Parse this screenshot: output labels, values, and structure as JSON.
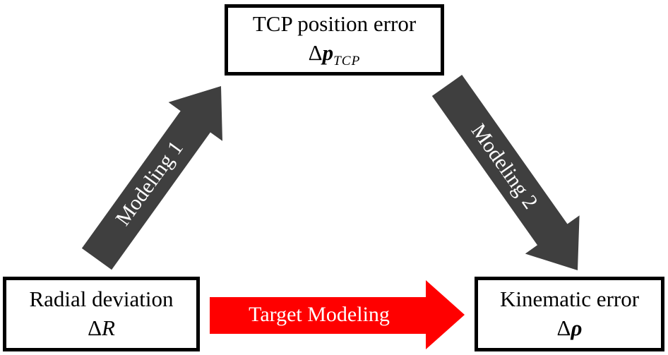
{
  "colors": {
    "background": "#ffffff",
    "box_border": "#000000",
    "box_text": "#000000",
    "arrow_gray": "#3f3f3f",
    "arrow_red": "#ff0000",
    "arrow_label_text": "#ffffff"
  },
  "boxes": {
    "tcp": {
      "label": "TCP position error",
      "symbol_delta": "Δ",
      "symbol_main": "p",
      "symbol_sub": "TCP"
    },
    "radial": {
      "label": "Radial deviation",
      "symbol_delta": "Δ",
      "symbol_main": "R"
    },
    "kinematic": {
      "label": "Kinematic error",
      "symbol_delta": "Δ",
      "symbol_main": "ρ"
    }
  },
  "arrows": {
    "modeling1": {
      "label": "Modeling 1",
      "from": "Radial deviation",
      "to": "TCP position error"
    },
    "modeling2": {
      "label": "Modeling 2",
      "from": "TCP position error",
      "to": "Kinematic error"
    },
    "target": {
      "label": "Target Modeling",
      "from": "Radial deviation",
      "to": "Kinematic error"
    }
  }
}
